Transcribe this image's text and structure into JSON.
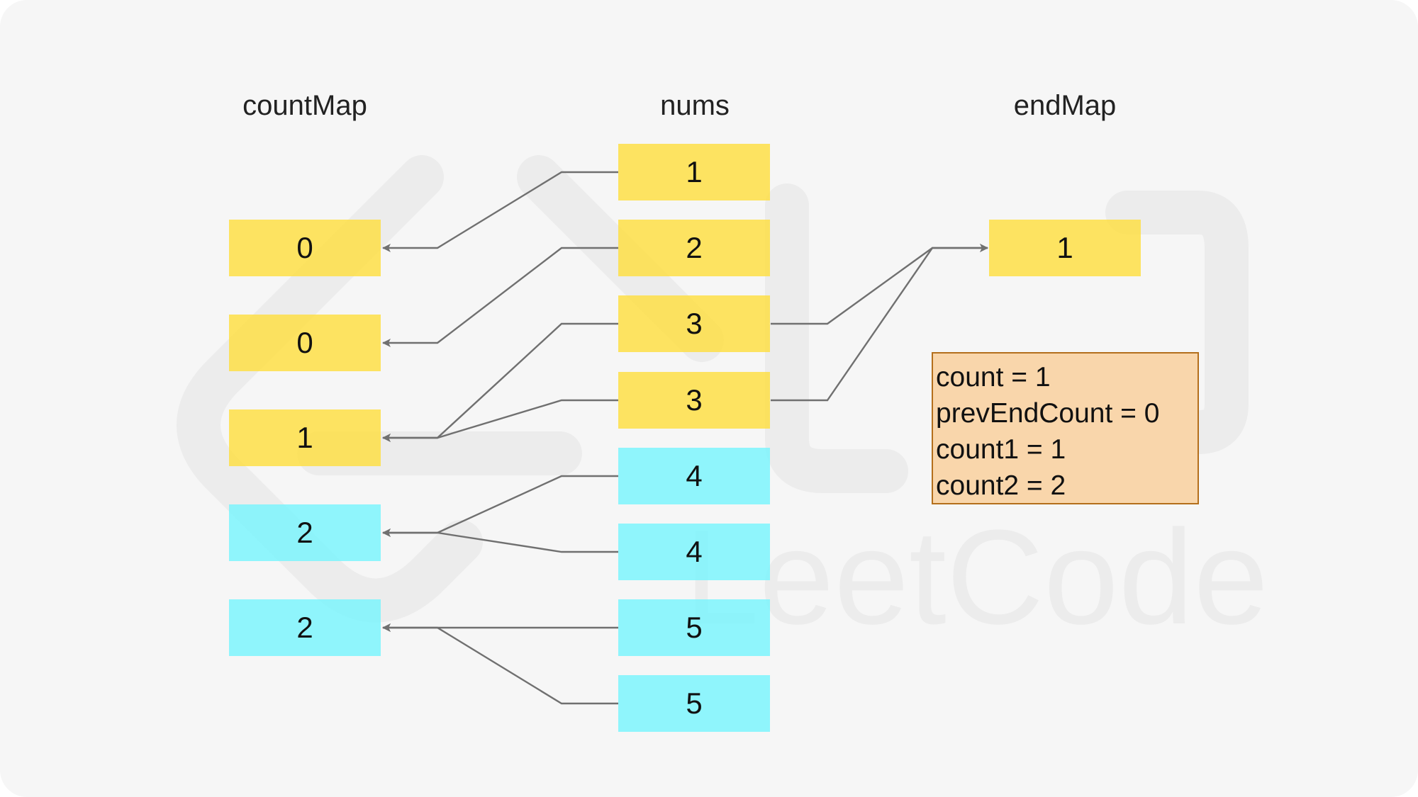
{
  "headings": {
    "left": "countMap",
    "center": "nums",
    "right": "endMap"
  },
  "nums": [
    "1",
    "2",
    "3",
    "3",
    "4",
    "4",
    "5",
    "5"
  ],
  "countMap": [
    "0",
    "0",
    "1",
    "2",
    "2"
  ],
  "endMap": [
    "1"
  ],
  "info": {
    "line1": "count = 1",
    "line2": "prevEndCount = 0",
    "line3": "count1 = 1",
    "line4": "count2 = 2"
  },
  "watermark_text": "LeetCode",
  "colors": {
    "processed": "#ffde3c",
    "pending": "#78f4fc",
    "info_fill": "#f9d6ab",
    "info_border": "#b46f1c",
    "edge": "#707070"
  }
}
